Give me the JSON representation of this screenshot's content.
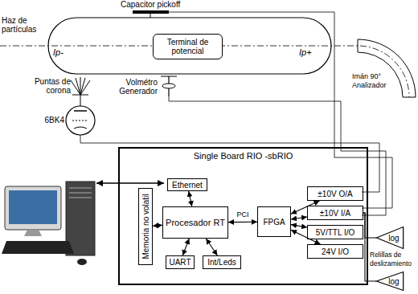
{
  "diagram": {
    "nodes": [
      {
        "text": [
          "Terminal de potencial"
        ]
      },
      {
        "text": [
          "Single Board RIO -sbRIO"
        ]
      },
      {
        "text": [
          "Ethernet"
        ],
        "in": 1
      },
      {
        "text": [
          "Memoria no volatil"
        ],
        "in": 1
      },
      {
        "text": [
          "Procesador RT"
        ],
        "in": 1
      },
      {
        "text": [
          "UART"
        ],
        "in": 1
      },
      {
        "text": [
          "Int/Leds"
        ],
        "in": 1
      },
      {
        "text": [
          "FPGA"
        ],
        "in": 1
      },
      {
        "text": [
          "±10V O/A"
        ],
        "in": 1
      },
      {
        "text": [
          "±10V I/A"
        ],
        "in": 1
      },
      {
        "text": [
          "5V/TTL I/O"
        ],
        "in": 1
      },
      {
        "text": [
          "24V I/O"
        ],
        "in": 1
      },
      {
        "text": [
          "log"
        ]
      },
      {
        "text": [
          "log"
        ]
      }
    ],
    "edges": [
      {
        "from": 2,
        "to": 4,
        "arrow": "both"
      },
      {
        "from": 3,
        "to": 4,
        "arrow": "both"
      },
      {
        "from": 4,
        "to": 5,
        "arrow": "both"
      },
      {
        "from": 4,
        "to": 6,
        "arrow": "both"
      },
      {
        "from": 4,
        "to": 7,
        "label": "PCI",
        "arrow": "both"
      },
      {
        "from": 7,
        "to": 8,
        "arrow": "both"
      },
      {
        "from": 7,
        "to": 9,
        "arrow": "both"
      },
      {
        "from": 7,
        "to": 10,
        "arrow": "both"
      },
      {
        "from": 7,
        "to": 11,
        "arrow": "both"
      },
      {
        "from": 12,
        "to": 9,
        "arrow": "none"
      },
      {
        "from": 13,
        "to": 9,
        "arrow": "none"
      }
    ],
    "labels": [
      "Capacitor pickoff",
      "Haz de partículas",
      "Ip-",
      "Ip+",
      "Puntas de corona",
      "Volmétro Generador",
      "6BK4",
      "Imán 90° Analizador",
      "Relillas de deslizamiento"
    ]
  }
}
